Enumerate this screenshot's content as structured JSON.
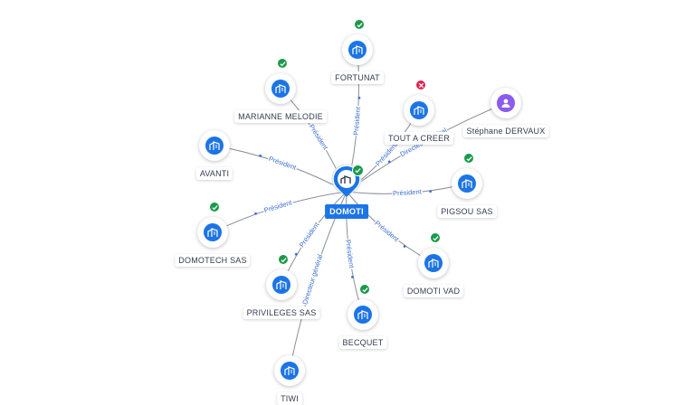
{
  "center": {
    "label": "DOMOTI",
    "icon": "building-icon",
    "status": "active"
  },
  "nodes": [
    {
      "key": "fortunat",
      "label": "FORTUNAT",
      "type": "company",
      "status": "active"
    },
    {
      "key": "marianne",
      "label": "MARIANNE MELODIE",
      "type": "company",
      "status": "active"
    },
    {
      "key": "avanti",
      "label": "AVANTI",
      "type": "company",
      "status": "none"
    },
    {
      "key": "domotech",
      "label": "DOMOTECH SAS",
      "type": "company",
      "status": "active"
    },
    {
      "key": "privileges",
      "label": "PRIVILEGES SAS",
      "type": "company",
      "status": "active"
    },
    {
      "key": "tiwi",
      "label": "TIWI",
      "type": "company",
      "status": "none"
    },
    {
      "key": "becquet",
      "label": "BECQUET",
      "type": "company",
      "status": "active"
    },
    {
      "key": "domotivad",
      "label": "DOMOTI VAD",
      "type": "company",
      "status": "active"
    },
    {
      "key": "pigsou",
      "label": "PIGSOU SAS",
      "type": "company",
      "status": "active"
    },
    {
      "key": "toutacreer",
      "label": "TOUT A CREER",
      "type": "company",
      "status": "closed"
    },
    {
      "key": "dervaux",
      "label": "Stéphane DERVAUX",
      "type": "person",
      "status": "none"
    }
  ],
  "edges": [
    {
      "from": "center",
      "to": "fortunat",
      "label": "Président"
    },
    {
      "from": "center",
      "to": "marianne",
      "label": "Président"
    },
    {
      "from": "center",
      "to": "avanti",
      "label": "Président"
    },
    {
      "from": "center",
      "to": "domotech",
      "label": "Président"
    },
    {
      "from": "center",
      "to": "privileges",
      "label": "Président"
    },
    {
      "from": "center",
      "to": "tiwi",
      "label": "Directeur général"
    },
    {
      "from": "center",
      "to": "becquet",
      "label": "Président"
    },
    {
      "from": "center",
      "to": "domotivad",
      "label": "Président"
    },
    {
      "from": "center",
      "to": "pigsou",
      "label": "Président"
    },
    {
      "from": "center",
      "to": "toutacreer",
      "label": "Président"
    },
    {
      "from": "dervaux",
      "to": "center",
      "label": "Directeur général"
    }
  ],
  "colors": {
    "company": "#1c74e6",
    "person": "#8a5cf0",
    "active": "#1a9a4a",
    "closed": "#e0244e",
    "edge": "#8a8f99",
    "edge_label": "#3b6fd1"
  }
}
